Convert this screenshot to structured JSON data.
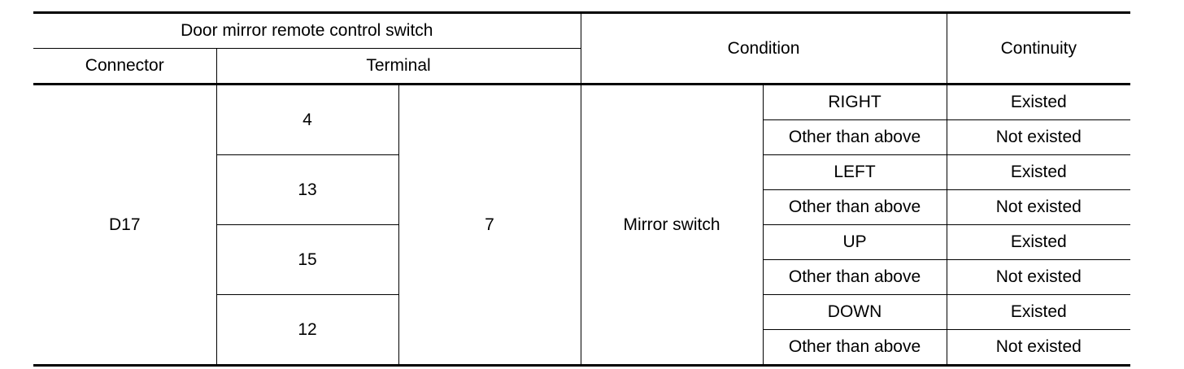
{
  "header": {
    "switch_group": "Door mirror remote control switch",
    "connector": "Connector",
    "terminal": "Terminal",
    "condition": "Condition",
    "continuity": "Continuity"
  },
  "connector": "D17",
  "common_terminal": "7",
  "condition_name": "Mirror switch",
  "groups": [
    {
      "terminal": "4",
      "rows": [
        {
          "condition": "RIGHT",
          "continuity": "Existed"
        },
        {
          "condition": "Other than above",
          "continuity": "Not existed"
        }
      ]
    },
    {
      "terminal": "13",
      "rows": [
        {
          "condition": "LEFT",
          "continuity": "Existed"
        },
        {
          "condition": "Other than above",
          "continuity": "Not existed"
        }
      ]
    },
    {
      "terminal": "15",
      "rows": [
        {
          "condition": "UP",
          "continuity": "Existed"
        },
        {
          "condition": "Other than above",
          "continuity": "Not existed"
        }
      ]
    },
    {
      "terminal": "12",
      "rows": [
        {
          "condition": "DOWN",
          "continuity": "Existed"
        },
        {
          "condition": "Other than above",
          "continuity": "Not existed"
        }
      ]
    }
  ]
}
